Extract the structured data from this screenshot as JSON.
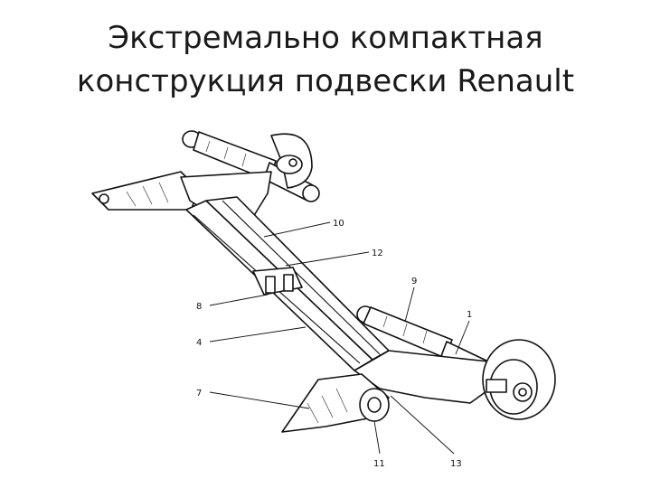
{
  "slide": {
    "title_line1": "Экстремально компактная",
    "title_line2": "конструкция подвески Renault"
  },
  "diagram": {
    "callouts": [
      "10",
      "12",
      "9",
      "1",
      "8",
      "4",
      "7",
      "11",
      "13"
    ]
  }
}
